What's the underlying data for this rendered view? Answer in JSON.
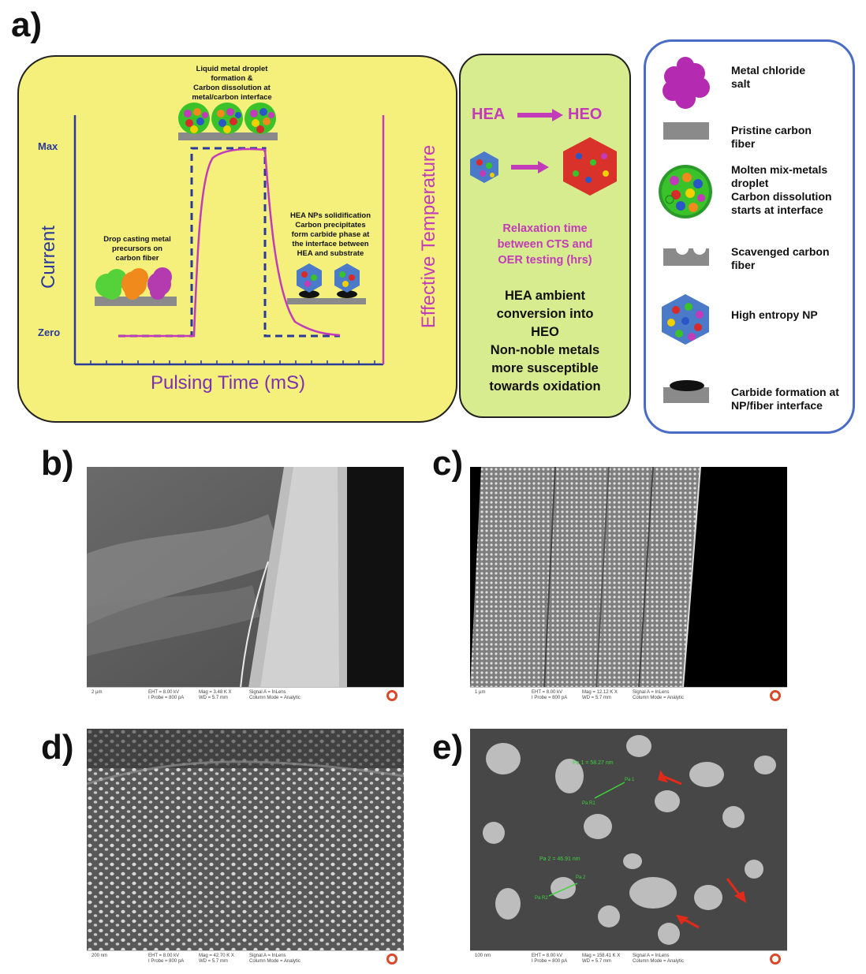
{
  "panel_labels": {
    "a": "a)",
    "b": "b)",
    "c": "c)",
    "d": "d)",
    "e": "e)"
  },
  "panel_a": {
    "y_axis_left": "Current",
    "y_axis_right": "Effective Temperature",
    "x_axis": "Pulsing Time (mS)",
    "y_max": "Max",
    "y_zero": "Zero",
    "stage_drop": "Drop casting metal\nprecursors on\ncarbon fiber",
    "stage_liquid": "Liquid metal droplet\nformation &\nCarbon dissolution at\nmetal/carbon interface",
    "stage_solid": "HEA NPs solidification\nCarbon precipitates\nform carbide phase at\nthe interface between\nHEA and substrate",
    "colors": {
      "current": "#2a3a9a",
      "temperature": "#c23bb8",
      "background": "#f5f07c"
    }
  },
  "panel_mid": {
    "hea": "HEA",
    "heo": "HEO",
    "relaxation": "Relaxation time\nbetween CTS and\nOER testing (hrs)",
    "conversion": "HEA ambient\nconversion into\nHEO\nNon-noble metals\nmore susceptible\ntowards oxidation"
  },
  "legend": {
    "items": [
      {
        "label": "Metal chloride\nsalt"
      },
      {
        "label": "Pristine carbon\nfiber"
      },
      {
        "label": "Molten mix-metals\ndroplet\nCarbon dissolution\nstarts at interface"
      },
      {
        "label": "Scavenged carbon\nfiber"
      },
      {
        "label": "High entropy NP"
      },
      {
        "label": "Carbide formation at\nNP/fiber interface"
      }
    ]
  },
  "sem_b": {
    "scale": "2 µm",
    "eht": "EHT = 8.00 kV",
    "probe": "I Probe = 800 pA",
    "mag": "Mag = 3.48 K X",
    "wd": "WD = 5.7 mm",
    "signal": "Signal A = InLens",
    "mode": "Column Mode = Analytic"
  },
  "sem_c": {
    "scale": "1 µm",
    "eht": "EHT = 8.00 kV",
    "probe": "I Probe = 800 pA",
    "mag": "Mag = 12.12 K X",
    "wd": "WD = 5.7 mm",
    "signal": "Signal A = InLens",
    "mode": "Column Mode = Analytic"
  },
  "sem_d": {
    "scale": "200 nm",
    "eht": "EHT = 8.00 kV",
    "probe": "I Probe = 800 pA",
    "mag": "Mag = 42.70 K X",
    "wd": "WD = 5.7 mm",
    "signal": "Signal A = InLens",
    "mode": "Column Mode = Analytic"
  },
  "sem_e": {
    "scale": "100 nm",
    "eht": "EHT = 8.00 kV",
    "probe": "I Probe = 800 pA",
    "mag": "Mag = 158.41 K X",
    "wd": "WD = 5.7 mm",
    "signal": "Signal A = InLens",
    "mode": "Column Mode = Analytic",
    "pa1": "Pa 1 = 58.27 nm",
    "pa2": "Pa 2 = 46.91 nm",
    "par1": "Pa R1",
    "par2": "Pa R2",
    "px1": "Pa 1",
    "px2": "Pa 2"
  }
}
